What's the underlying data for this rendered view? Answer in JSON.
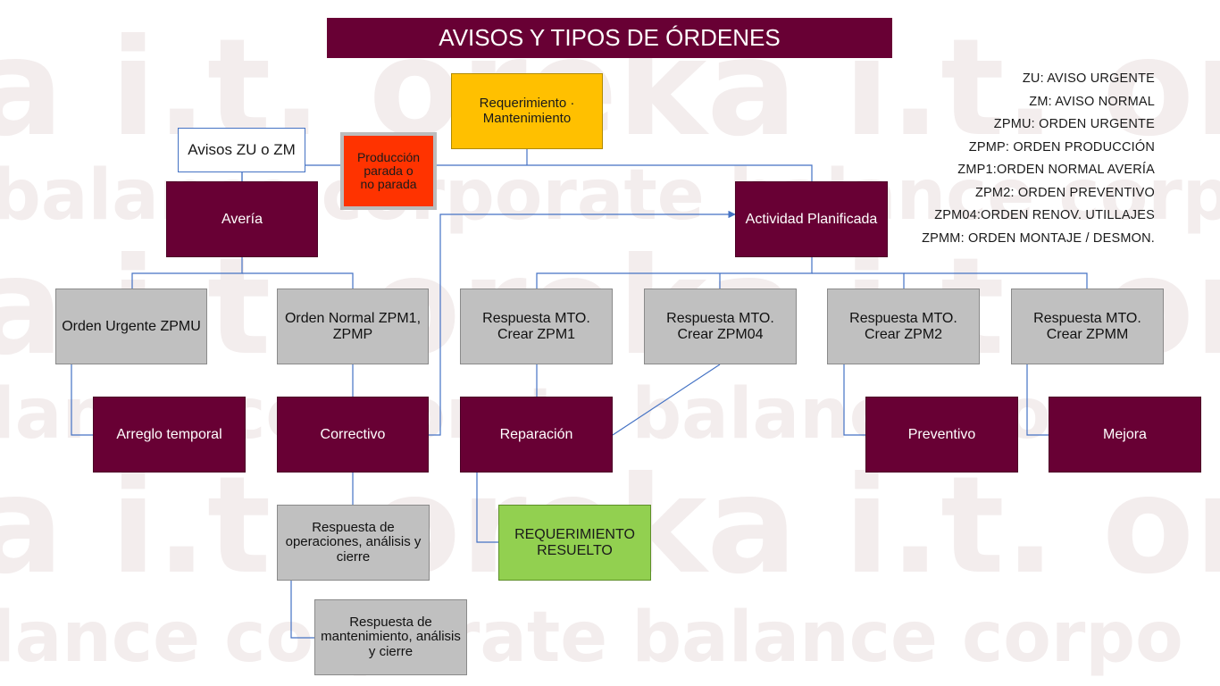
{
  "title": "AVISOS Y TIPOS DE ÓRDENES",
  "watermark": [
    "a i.t. oreka i.t. ore",
    "balance corporate balance corpo",
    "lance corporate balance corpo"
  ],
  "nodes": {
    "requerimiento": "Requerimiento · Mantenimiento",
    "avisos": "Avisos ZU o ZM",
    "produccion": "Producción parada o no parada",
    "averia": "Avería",
    "actividad": "Actividad Planificada",
    "orden_urgente": "Orden Urgente ZPMU",
    "orden_normal": "Orden Normal ZPM1, ZPMP",
    "resp_zpm1": "Respuesta MTO. Crear ZPM1",
    "resp_zpm04": "Respuesta MTO. Crear ZPM04",
    "resp_zpm2": "Respuesta MTO. Crear ZPM2",
    "resp_zpmm": "Respuesta MTO. Crear ZPMM",
    "arreglo": "Arreglo temporal",
    "correctivo": "Correctivo",
    "reparacion": "Reparación",
    "preventivo": "Preventivo",
    "mejora": "Mejora",
    "resp_operaciones": "Respuesta de operaciones, análisis y cierre",
    "requerimiento_resuelto": "REQUERIMIENTO RESUELTO",
    "resp_mantenimiento": "Respuesta de mantenimiento, análisis y cierre"
  },
  "legend": [
    "ZU: AVISO URGENTE",
    "ZM: AVISO NORMAL",
    "ZPMU: ORDEN URGENTE",
    "ZPMP: ORDEN PRODUCCIÓN",
    "ZMP1:ORDEN NORMAL AVERÍA",
    "ZPM2: ORDEN PREVENTIVO",
    "ZPM04:ORDEN RENOV. UTILLAJES",
    "ZPMM: ORDEN MONTAJE / DESMON."
  ],
  "colors": {
    "maroon": "#680034",
    "gray": "#c0c0c0",
    "yellow": "#ffc000",
    "red": "#ff3300",
    "green": "#92d050",
    "connector": "#4472c4"
  }
}
